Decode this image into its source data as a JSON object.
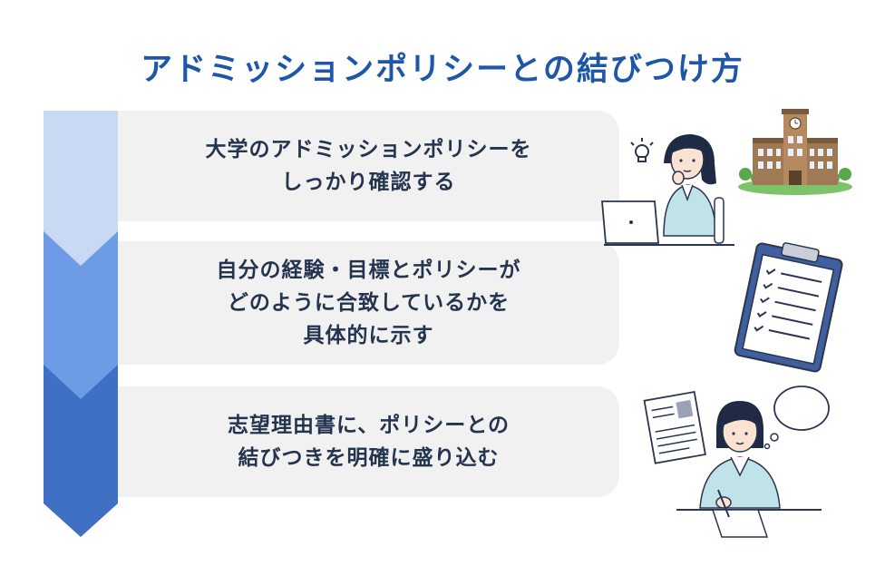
{
  "title": "アドミッションポリシーとの結びつけ方",
  "steps": [
    {
      "lines": [
        "大学のアドミッションポリシーを",
        "しっかり確認する"
      ]
    },
    {
      "lines": [
        "自分の経験・目標とポリシーが",
        "どのように合致しているかを",
        "具体的に示す"
      ]
    },
    {
      "lines": [
        "志望理由書に、ポリシーとの",
        "結びつきを明確に盛り込む"
      ]
    }
  ],
  "colors": {
    "title": "#1f57a8",
    "arrow_step1": "#c9d9f4",
    "arrow_step2": "#6d9be6",
    "arrow_step3": "#3f70c4",
    "box": "#f1f1f2",
    "text": "#24344f"
  },
  "illustrations": [
    "thinking-person-laptop-icon",
    "university-building-icon",
    "clipboard-checklist-icon",
    "person-writing-document-icon"
  ]
}
